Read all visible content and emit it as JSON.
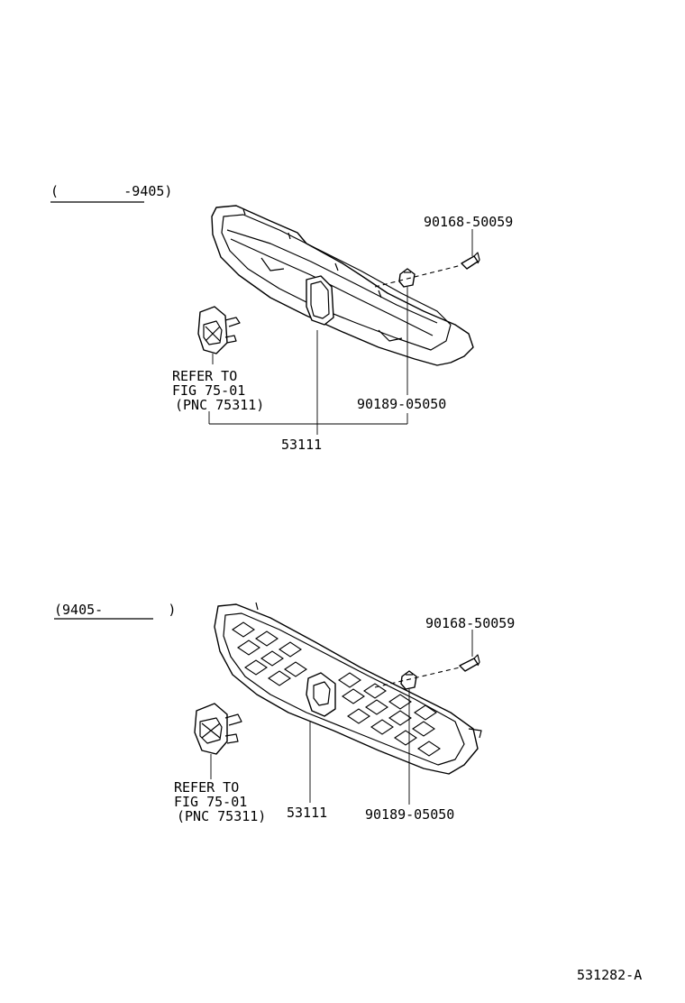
{
  "sections": [
    {
      "range_label": "(        -9405)",
      "part_screw": "90168-50059",
      "part_clip": "90189-05050",
      "part_grille": "53111",
      "refer_lines": [
        "REFER TO",
        "FIG 75-01",
        "(PNC 75311)"
      ]
    },
    {
      "range_label": "(9405-        )",
      "part_screw": "90168-50059",
      "part_clip": "90189-05050",
      "part_grille": "53111",
      "refer_lines": [
        "REFER TO",
        "FIG 75-01",
        "(PNC 75311)"
      ]
    }
  ],
  "figure_id": "531282-A"
}
